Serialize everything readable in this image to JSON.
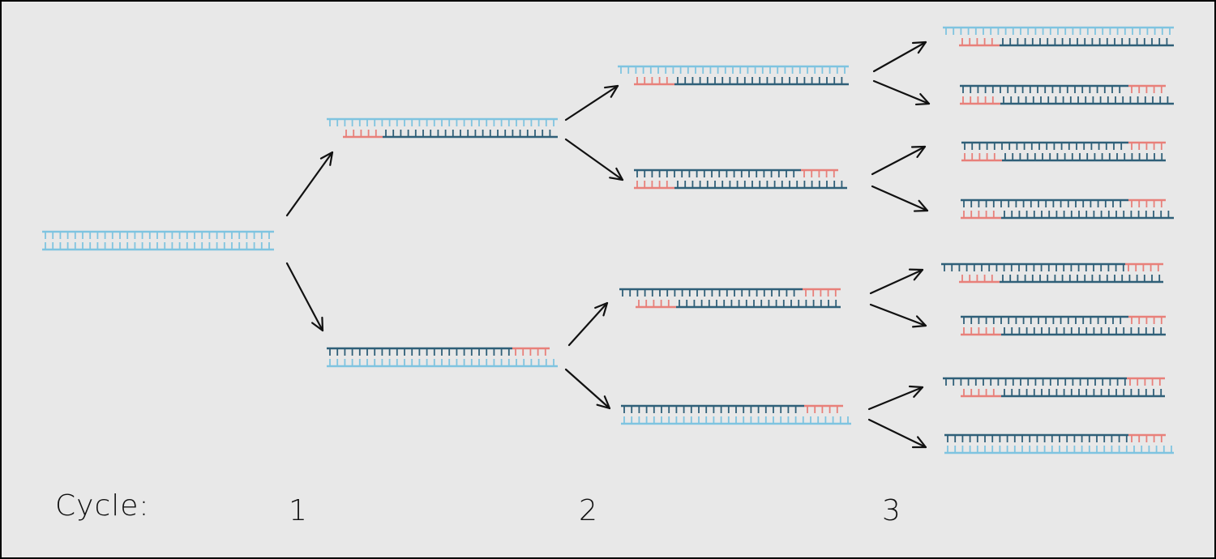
{
  "colors": {
    "background": "#e8e8e8",
    "template_strand": "#7fc4e0",
    "new_strand": "#2f5f78",
    "primer": "#e8807a",
    "arrow": "#111111"
  },
  "labels": {
    "cycle": "Cycle:",
    "cycle_1": "1",
    "cycle_2": "2",
    "cycle_3": "3"
  },
  "strand_types": [
    "original-template",
    "primer",
    "newly-synthesized-strand"
  ],
  "arrow_icon": "arrow-icon"
}
